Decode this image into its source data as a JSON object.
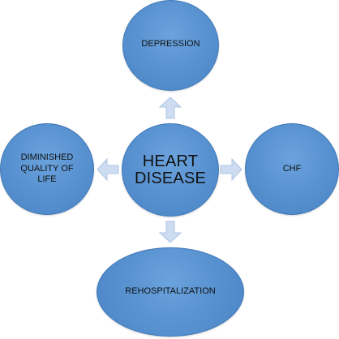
{
  "diagram": {
    "center": {
      "label": "HEART\nDISEASE"
    },
    "nodes": {
      "top": {
        "label": "DEPRESSION"
      },
      "right": {
        "label": "CHF"
      },
      "left": {
        "label": "DIMINISHED\nQUALITY OF\nLIFE"
      },
      "bottom": {
        "label": "REHOSPITALIZATION"
      }
    },
    "colors": {
      "node_fill": "#5a93d1",
      "node_border": "#3f78b8",
      "arrow_fill": "#c9daf0",
      "arrow_border": "#a7c0e2",
      "text": "#111111"
    },
    "icons": {
      "up": "arrow-up-icon",
      "right": "arrow-right-icon",
      "left": "arrow-left-icon",
      "down": "arrow-down-icon"
    }
  }
}
